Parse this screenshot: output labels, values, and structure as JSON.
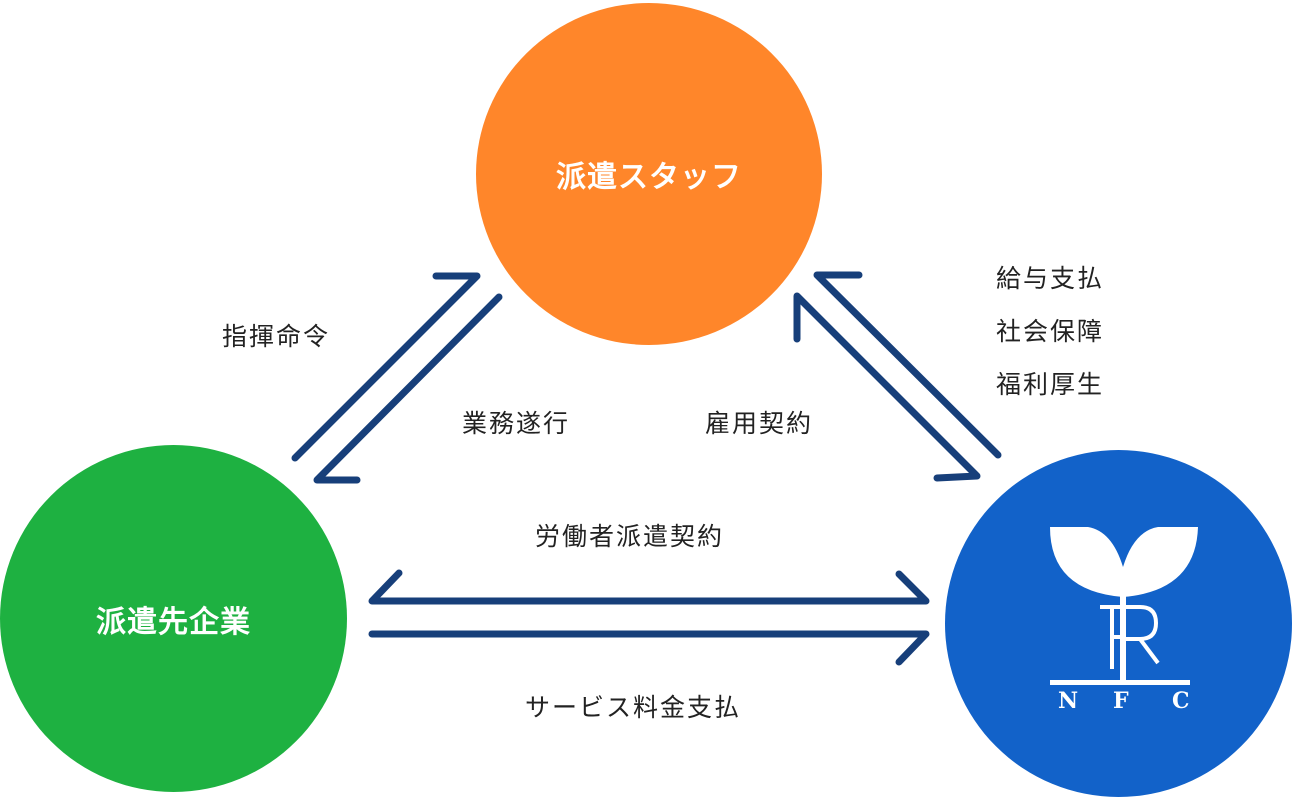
{
  "nodes": {
    "staff": {
      "label": "派遣スタッフ",
      "color": "#ff862a"
    },
    "client": {
      "label": "派遣先企業",
      "color": "#1eb141"
    },
    "agency": {
      "logo_text": "NFC",
      "logo_letters": [
        "N",
        "F",
        "C"
      ],
      "color": "#1262c9"
    }
  },
  "relations": {
    "client_to_staff": "指揮命令",
    "staff_to_client": "業務遂行",
    "agency_staff": "雇用契約",
    "agency_to_staff_items": [
      "給与支払",
      "社会保障",
      "福利厚生"
    ],
    "dispatch_contract": "労働者派遣契約",
    "service_fee": "サービス料金支払"
  },
  "colors": {
    "arrow": "#173f7a",
    "text": "#222222"
  }
}
